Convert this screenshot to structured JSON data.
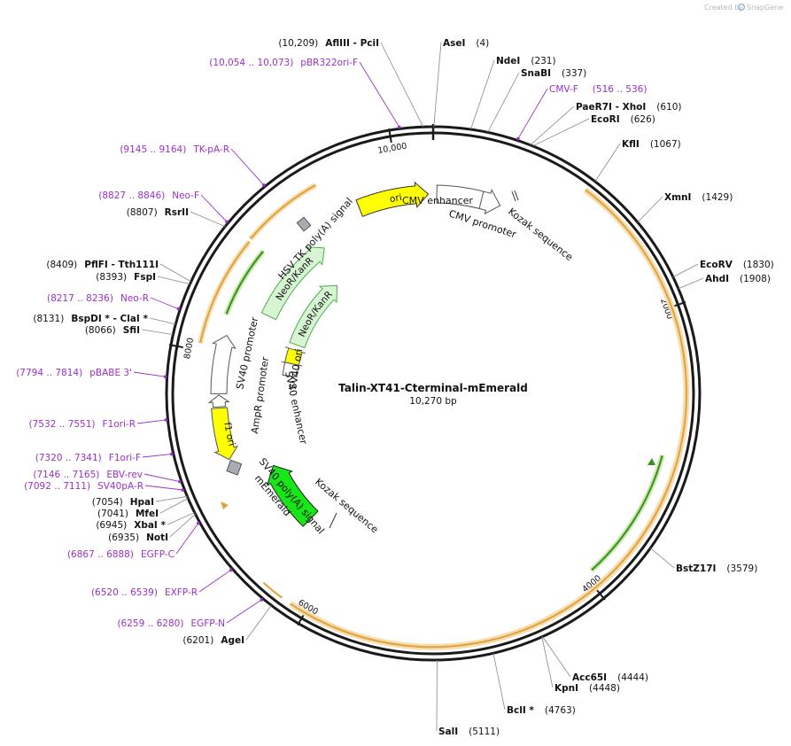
{
  "app": {
    "watermark": "Created by",
    "brand": "SnapGene"
  },
  "plasmid": {
    "name": "Talin-XT41-Cterminal-mEmerald",
    "length_label": "10,270 bp",
    "length": 10270
  },
  "ticks": [
    {
      "pos": 2000,
      "label": "2000"
    },
    {
      "pos": 4000,
      "label": "4000"
    },
    {
      "pos": 6000,
      "label": "6000"
    },
    {
      "pos": 8000,
      "label": "8000"
    },
    {
      "pos": 10000,
      "label": "10,000"
    }
  ],
  "enzymes": [
    {
      "name": "AflIII",
      "name2": "PciI",
      "pos": "(10,209)",
      "bp": 10209
    },
    {
      "name": "AseI",
      "pos": "(4)",
      "bp": 4
    },
    {
      "name": "NdeI",
      "pos": "(231)",
      "bp": 231
    },
    {
      "name": "SnaBI",
      "pos": "(337)",
      "bp": 337
    },
    {
      "name": "PaeR7I",
      "name2": "XhoI",
      "pos": "(610)",
      "bp": 610
    },
    {
      "name": "EcoRI",
      "pos": "(626)",
      "bp": 626
    },
    {
      "name": "KflI",
      "pos": "(1067)",
      "bp": 1067
    },
    {
      "name": "XmnI",
      "pos": "(1429)",
      "bp": 1429
    },
    {
      "name": "EcoRV",
      "pos": "(1830)",
      "bp": 1830
    },
    {
      "name": "AhdI",
      "pos": "(1908)",
      "bp": 1908
    },
    {
      "name": "BstZ17I",
      "pos": "(3579)",
      "bp": 3579
    },
    {
      "name": "Acc65I",
      "pos": "(4444)",
      "bp": 4444
    },
    {
      "name": "KpnI",
      "pos": "(4448)",
      "bp": 4448
    },
    {
      "name": "BclI *",
      "pos": "(4763)",
      "bp": 4763
    },
    {
      "name": "SalI",
      "pos": "(5111)",
      "bp": 5111
    },
    {
      "name": "AgeI",
      "pos": "(6201)",
      "bp": 6201
    },
    {
      "name": "NotI",
      "pos": "(6935)",
      "bp": 6935
    },
    {
      "name": "XbaI *",
      "pos": "(6945)",
      "bp": 6945
    },
    {
      "name": "MfeI",
      "pos": "(7041)",
      "bp": 7041
    },
    {
      "name": "HpaI",
      "pos": "(7054)",
      "bp": 7054
    },
    {
      "name": "SfiI",
      "pos": "(8066)",
      "bp": 8066
    },
    {
      "name": "BspDI *",
      "name2": "ClaI *",
      "pos": "(8131)",
      "bp": 8131
    },
    {
      "name": "FspI",
      "pos": "(8393)",
      "bp": 8393
    },
    {
      "name": "PflFI",
      "name2": "Tth111I",
      "pos": "(8409)",
      "bp": 8409
    },
    {
      "name": "RsrII",
      "pos": "(8807)",
      "bp": 8807
    }
  ],
  "primers": [
    {
      "range": "(10,054 .. 10,073)",
      "name": "pBR322ori-F",
      "bp": 10063
    },
    {
      "range": "(516 .. 536)",
      "name": "CMV-F",
      "bp": 526
    },
    {
      "range": "(9145 .. 9164)",
      "name": "TK-pA-R",
      "bp": 9154
    },
    {
      "range": "(8827 .. 8846)",
      "name": "Neo-F",
      "bp": 8836
    },
    {
      "range": "(8217 .. 8236)",
      "name": "Neo-R",
      "bp": 8226
    },
    {
      "range": "(7794 .. 7814)",
      "name": "pBABE 3'",
      "bp": 7804
    },
    {
      "range": "(7532 .. 7551)",
      "name": "F1ori-R",
      "bp": 7541
    },
    {
      "range": "(7320 .. 7341)",
      "name": "F1ori-F",
      "bp": 7330
    },
    {
      "range": "(7146 .. 7165)",
      "name": "EBV-rev",
      "bp": 7155
    },
    {
      "range": "(7092 .. 7111)",
      "name": "SV40pA-R",
      "bp": 7101
    },
    {
      "range": "(6867 .. 6888)",
      "name": "EGFP-C",
      "bp": 6877
    },
    {
      "range": "(6520 .. 6539)",
      "name": "EXFP-R",
      "bp": 6529
    },
    {
      "range": "(6259 .. 6280)",
      "name": "EGFP-N",
      "bp": 6269
    }
  ],
  "features": {
    "ori": "ori",
    "cmv_enhancer": "CMV enhancer",
    "cmv_promoter": "CMV promoter",
    "kozak_top": "Kozak sequence",
    "hsv_tk": "HSV TK poly(A) signal",
    "neor_outer": "NeoR/KanR",
    "neor_inner": "NeoR/KanR",
    "sv40_ori": "SV40 ori",
    "sv40_promoter": "SV40 promoter",
    "ampr_promoter": "AmpR promoter",
    "sv40_enhancer": "SV40 enhancer",
    "f1_ori": "f1 ori",
    "sv40_polya": "SV40 poly(A) signal",
    "memerald": "mEmerald",
    "kozak_bottom": "Kozak sequence"
  },
  "colors": {
    "backbone": "#1a1a1a",
    "talin_band": "#e2a23a",
    "talin_glow": "#f6ddb0",
    "green_inner": "#3d8f1f",
    "green_glow": "#c5e8a8",
    "ori_fill": "#ffff00",
    "memerald_fill": "#19e619",
    "neor_fill": "#d7f5d2",
    "neor_stroke": "#4cae4c",
    "polya_fill": "#a7abb3",
    "primer": "#9b30c8"
  }
}
